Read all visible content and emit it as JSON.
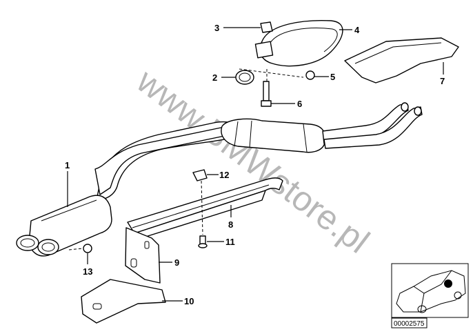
{
  "diagram": {
    "watermark": "www.BMWstore.pl",
    "callouts": [
      "1",
      "2",
      "3",
      "4",
      "5",
      "6",
      "7",
      "8",
      "9",
      "10",
      "11",
      "12",
      "13"
    ],
    "thumbnail": {
      "code": "00002575",
      "marker_color": "#000000"
    }
  }
}
